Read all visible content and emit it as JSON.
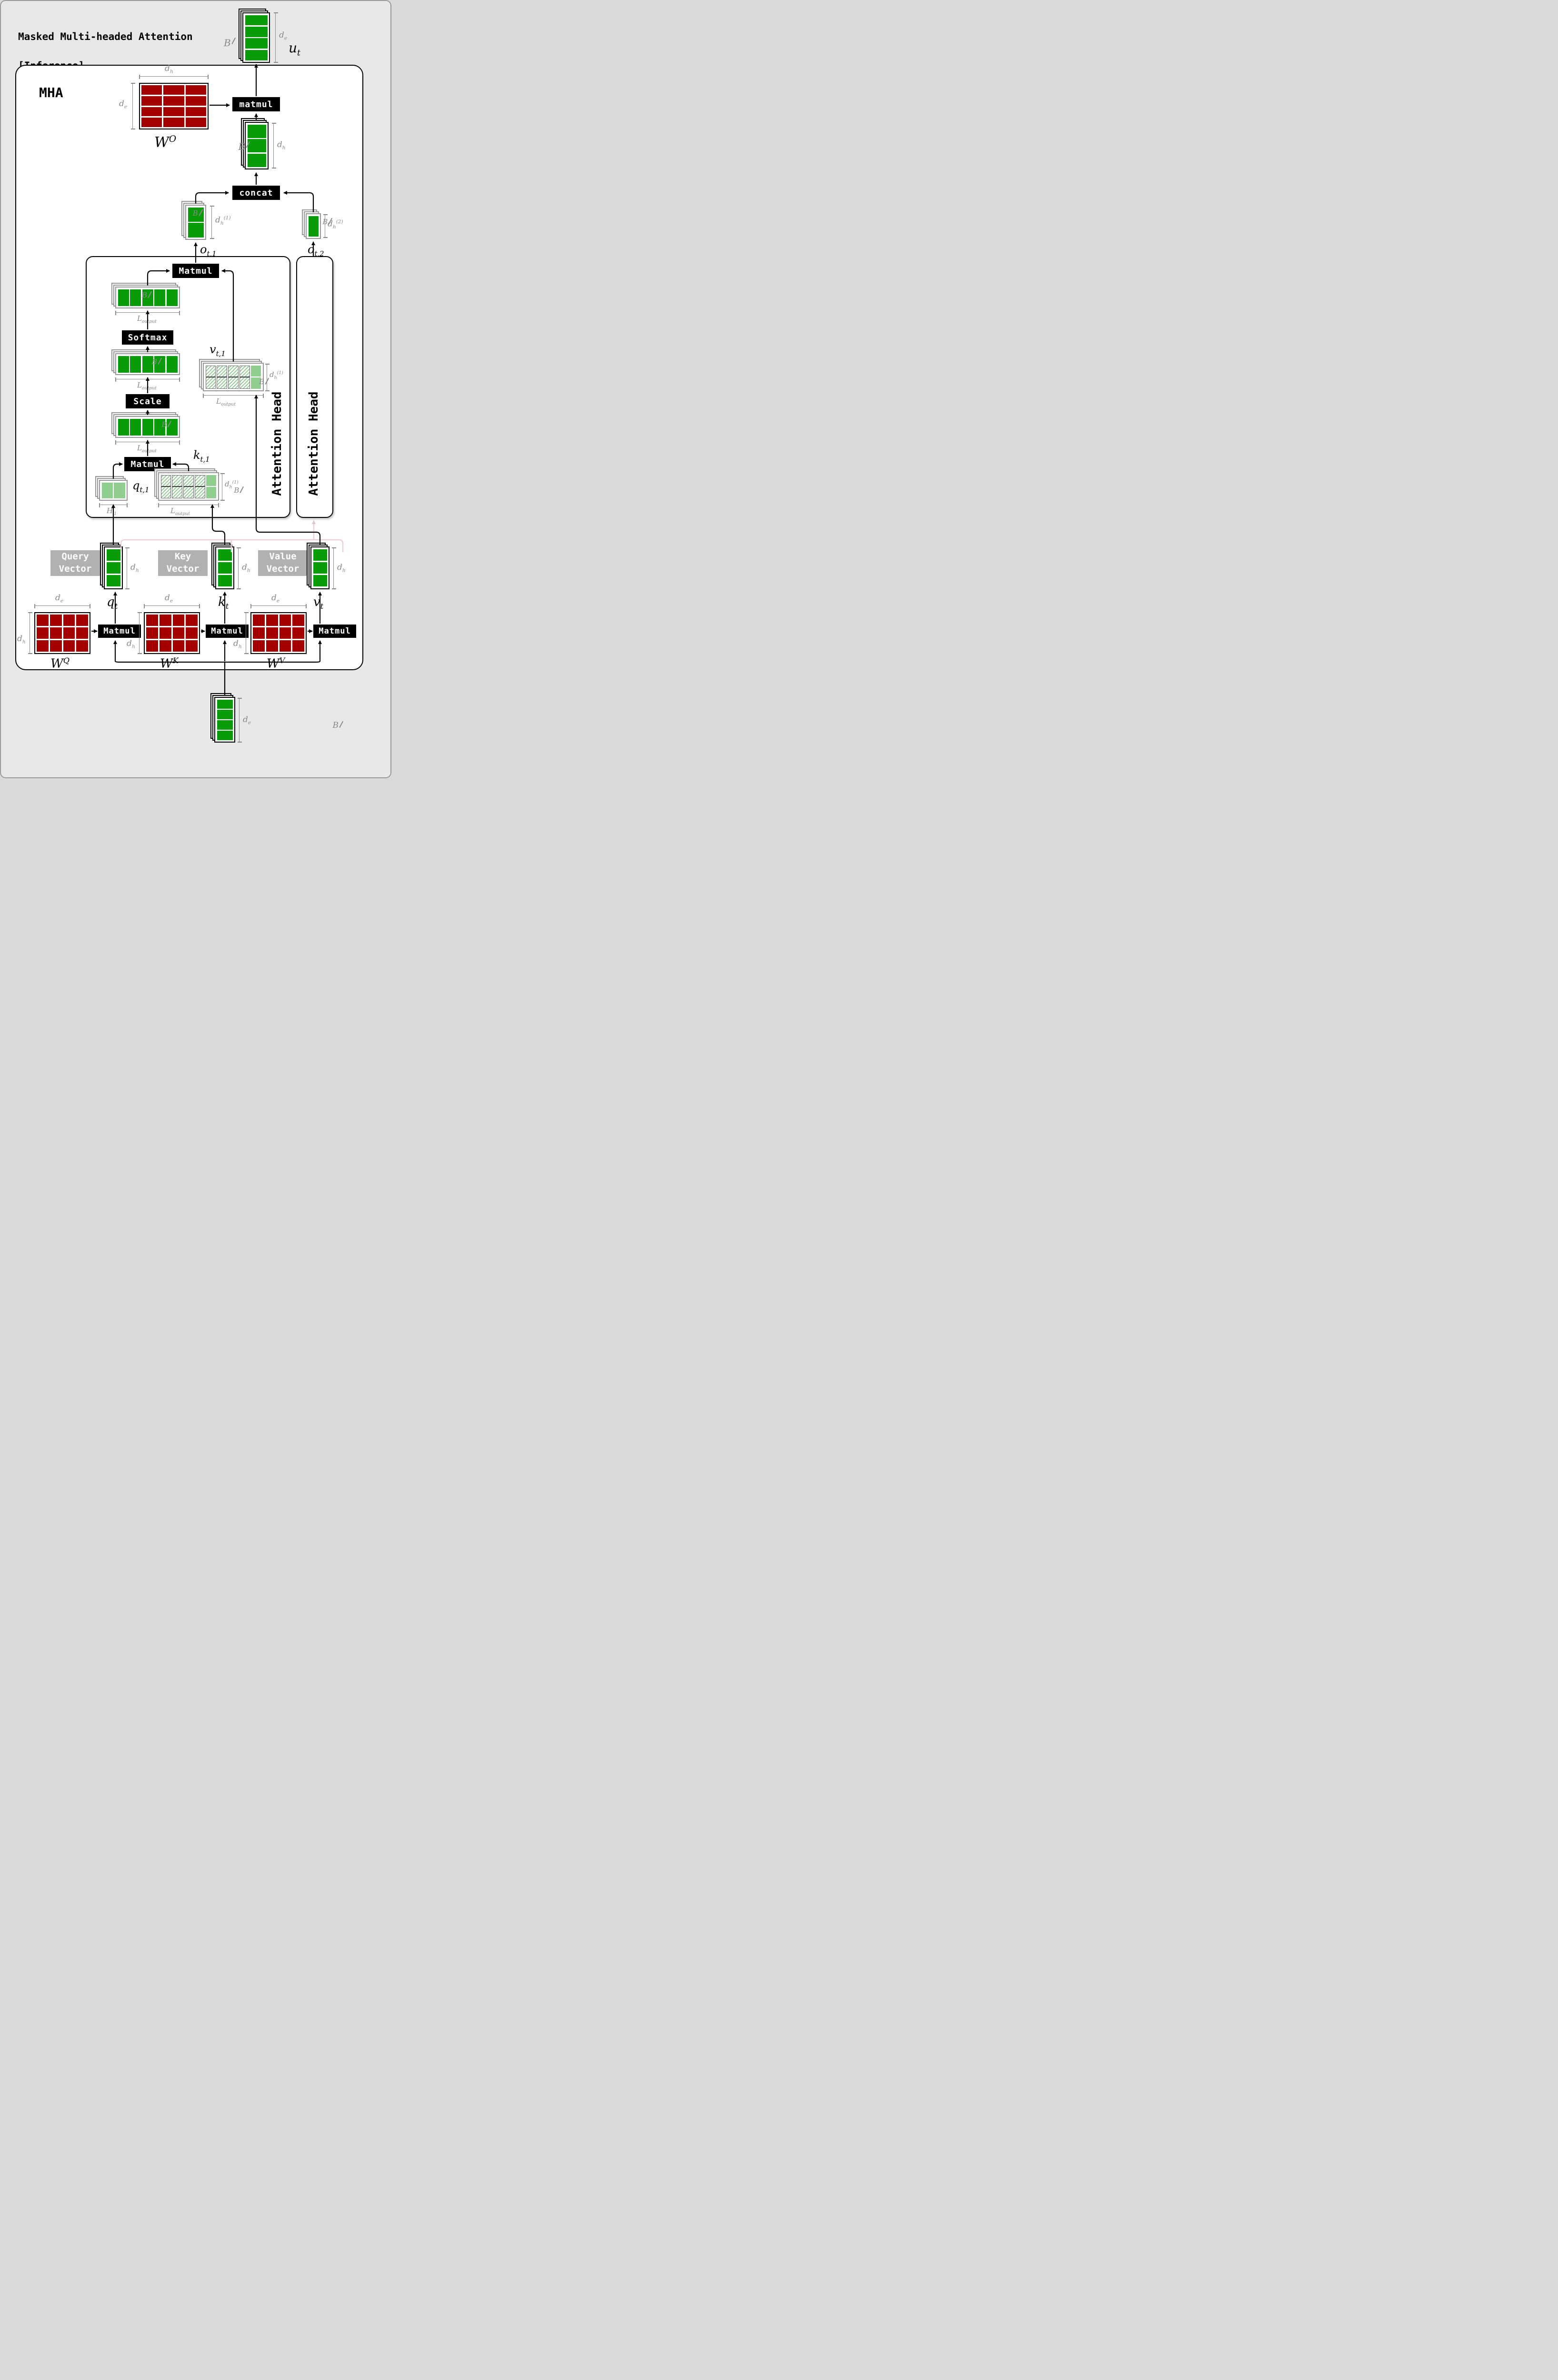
{
  "title": {
    "line1": "Masked Multi-headed Attention",
    "line2": "[Inference]"
  },
  "mha_label": "MHA",
  "ops": {
    "matmul_output": "matmul",
    "concat": "concat",
    "matmul_head_top": "Matmul",
    "softmax": "Softmax",
    "scale": "Scale",
    "matmul_head_bottom": "Matmul",
    "matmul_q": "Matmul",
    "matmul_k": "Matmul",
    "matmul_v": "Matmul"
  },
  "heads": {
    "head1": "Attention Head",
    "head2": "Attention Head"
  },
  "vector_labels": {
    "query": {
      "line1": "Query",
      "line2": "Vector"
    },
    "key": {
      "line1": "Key",
      "line2": "Vector"
    },
    "value": {
      "line1": "Value",
      "line2": "Vector"
    }
  },
  "math": {
    "B": "B",
    "u_t": {
      "base": "u",
      "sub": "t"
    },
    "q_t": {
      "base": "q",
      "sub": "t"
    },
    "k_t": {
      "base": "k",
      "sub": "t"
    },
    "v_t": {
      "base": "v",
      "sub": "t"
    },
    "o_t1": {
      "base": "o",
      "sub": "t,1"
    },
    "o_t2": {
      "base": "o",
      "sub": "t,2"
    },
    "q_t1": {
      "base": "q",
      "sub": "t,1"
    },
    "k_t1": {
      "base": "k",
      "sub": "t,1"
    },
    "v_t1": {
      "base": "v",
      "sub": "t,1"
    },
    "W_O": {
      "base": "W",
      "sup": "O"
    },
    "W_Q": {
      "base": "W",
      "sup": "Q"
    },
    "W_K": {
      "base": "W",
      "sup": "K"
    },
    "W_V": {
      "base": "W",
      "sup": "V"
    },
    "d_e": {
      "base": "d",
      "sub": "e"
    },
    "d_h": {
      "base": "d",
      "sub": "h"
    },
    "d_h1": {
      "base": "d",
      "sub": "h",
      "sup": "(1)"
    },
    "d_h2": {
      "base": "d",
      "sub": "h",
      "sup": "(2)"
    },
    "L_output": {
      "base": "L",
      "sub": "output"
    },
    "H_1": {
      "base": "H",
      "sup": "′",
      "sub": "1"
    }
  },
  "matrices": {
    "W_O": {
      "grid": "3 cols x 4 rows",
      "color": "dark-red"
    },
    "W_Q": {
      "grid": "4 cols x 3 rows",
      "color": "dark-red"
    },
    "W_K": {
      "grid": "4 cols x 3 rows",
      "color": "dark-red"
    },
    "W_V": {
      "grid": "4 cols x 3 rows",
      "color": "dark-red"
    }
  },
  "stacks": {
    "u_t": "3 sheets, 4 green cells",
    "matmul_input": "3 sheets, 3 green cells",
    "o_t1": "3 sheets, 2 green cells",
    "o_t2": "3 sheets, 1 green cell",
    "attention_rows": "3 sheets, 5 green cells horizontal (x3)",
    "q_t": "3 sheets, 3 green cells",
    "k_t": "3 sheets, 3 green cells",
    "v_t": "3 sheets, 3 green cells",
    "input": "3 sheets, 4 green cells",
    "q_t1": "3 sheets, 2 light-green cells horizontal",
    "k_t1": "3 sheets, 4 hatched cols + 1 light-green col of 2 cells",
    "v_t1": "3 sheets, 4 hatched cols + 1 light-green col of 2 cells"
  },
  "colors": {
    "background": "#e8e8e8",
    "green": "#0a9b0a",
    "light_green": "#8fce8f",
    "dark_red": "#a40000",
    "pink_wire": "#eccfdd",
    "dim_gray": "#8a8a8a",
    "label_gray": "#b1b1b1"
  }
}
